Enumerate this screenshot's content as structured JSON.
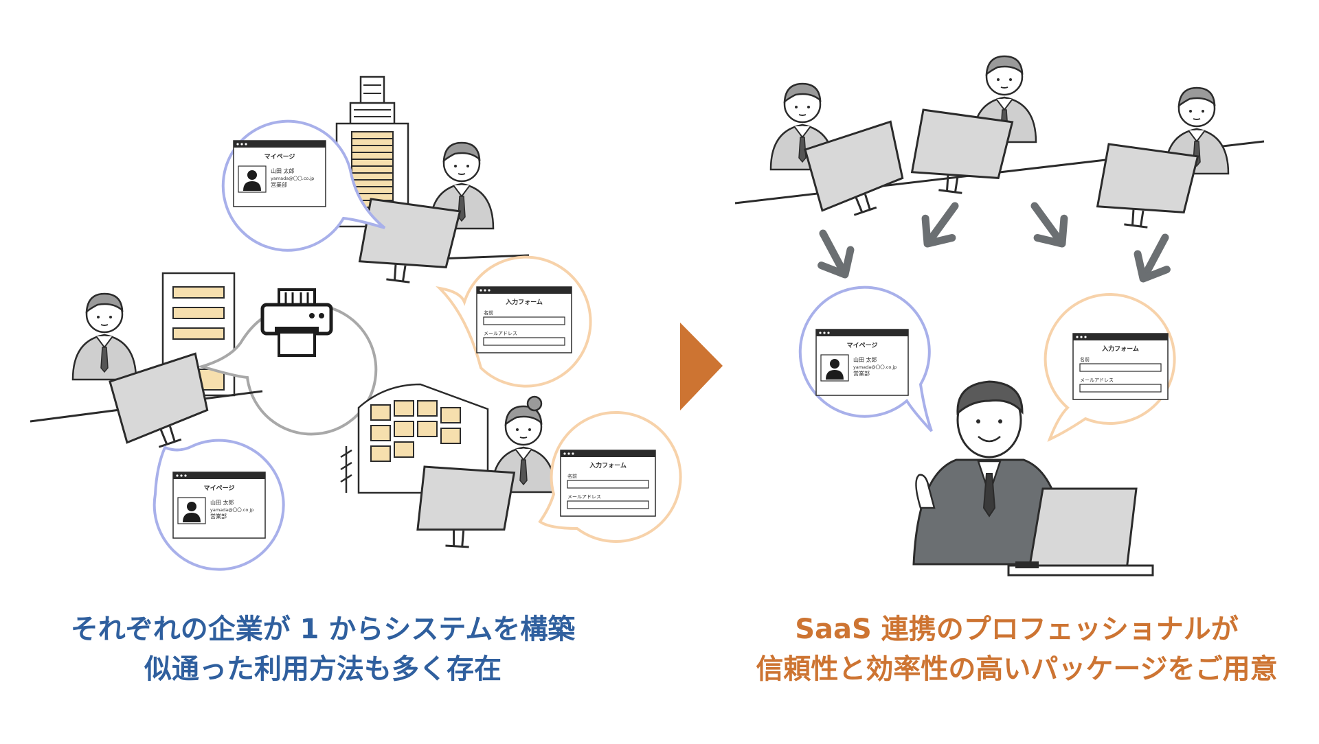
{
  "colors": {
    "blue_bubble": "#a8b0ea",
    "peach_bubble": "#f7d2aa",
    "gray_bubble": "#a8a8a8",
    "accent_orange": "#cd7432",
    "caption_blue": "#2f5f9e",
    "caption_orange": "#cd7432",
    "arrow_gray": "#6b6f72",
    "building_fill": "#f6dfae",
    "ink": "#2b2b2b",
    "monitor_fill": "#d8d8d8"
  },
  "mypage_card": {
    "title": "マイページ",
    "name": "山田 太郎",
    "email": "yamada@〇〇.co.jp",
    "dept": "営業部"
  },
  "input_form_card": {
    "title": "入力フォーム",
    "name_label": "名前",
    "email_label": "メールアドレス"
  },
  "left_caption": {
    "line1": "それぞれの企業が 1 からシステムを構築",
    "line2": "似通った利用方法も多く存在"
  },
  "right_caption": {
    "line1": "SaaS 連携のプロフェッショナルが",
    "line2": "信頼性と効率性の高いパッケージをご用意"
  },
  "icons": {
    "printer": "printer-icon",
    "arrow": "chevron-right-icon",
    "avatar": "user-avatar-icon"
  }
}
